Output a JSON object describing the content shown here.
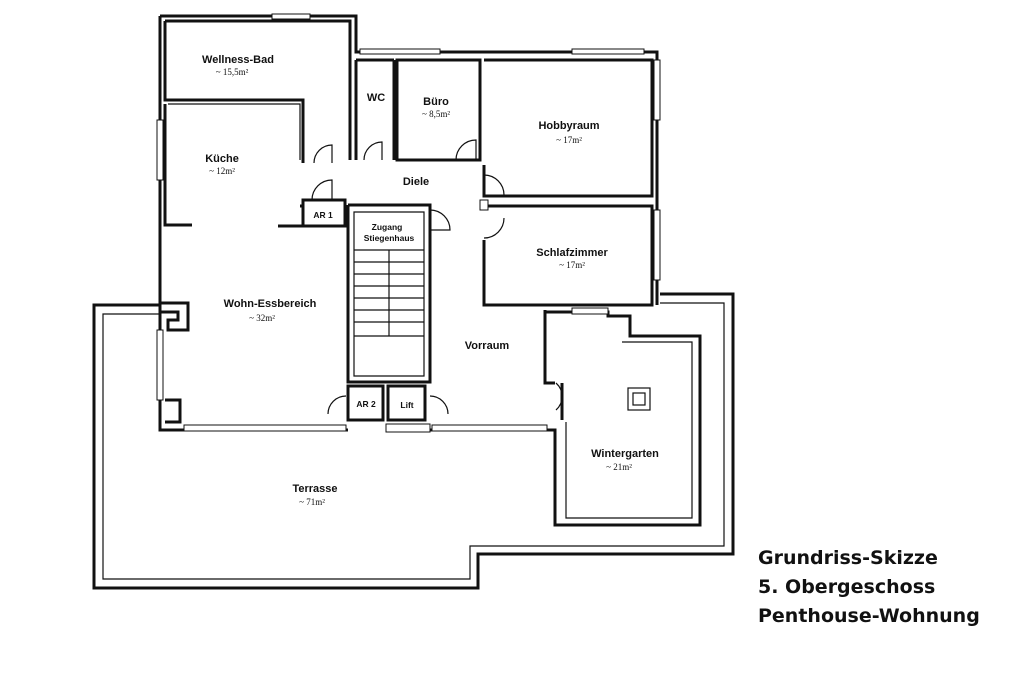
{
  "rooms": {
    "wellness": {
      "name": "Wellness-Bad",
      "area": "~ 15,5m²"
    },
    "wc": {
      "name": "WC"
    },
    "buero": {
      "name": "Büro",
      "area": "~ 8,5m²"
    },
    "hobby": {
      "name": "Hobbyraum",
      "area": "~ 17m²"
    },
    "kueche": {
      "name": "Küche",
      "area": "~ 12m²"
    },
    "diele": {
      "name": "Diele"
    },
    "ar1": {
      "name": "AR 1"
    },
    "zugang": {
      "line1": "Zugang",
      "line2": "Stiegenhaus"
    },
    "schlaf": {
      "name": "Schlafzimmer",
      "area": "~ 17m²"
    },
    "wohn": {
      "name": "Wohn-Essbereich",
      "area": "~ 32m²"
    },
    "vorraum": {
      "name": "Vorraum"
    },
    "ar2": {
      "name": "AR 2"
    },
    "lift": {
      "name": "Lift"
    },
    "winter": {
      "name": "Wintergarten",
      "area": "~ 21m²"
    },
    "terrasse": {
      "name": "Terrasse",
      "area": "~ 71m²"
    }
  },
  "caption": {
    "line1": "Grundriss-Skizze",
    "line2": "5. Obergeschoss",
    "line3": "Penthouse-Wohnung"
  }
}
